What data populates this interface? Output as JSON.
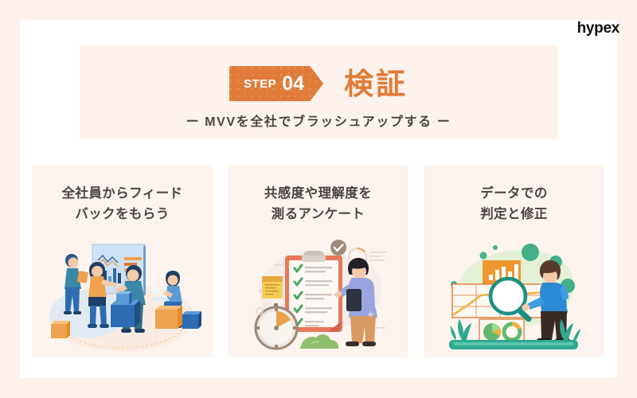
{
  "brand": {
    "logo_text": "hypex"
  },
  "header": {
    "step_word": "STEP",
    "step_number": "04",
    "headline": "検証",
    "subhead": "ー MVVを全社でブラッシュアップする ー",
    "accent_color": "#e07b39",
    "band_color": "#fdf2ec",
    "text_color": "#4a4542"
  },
  "cards": [
    {
      "title": "全社員からフィード\nバックをもらう",
      "illustration": "team-presentation-charts-illustration"
    },
    {
      "title": "共感度や理解度を\n測るアンケート",
      "illustration": "checklist-clipboard-stopwatch-illustration"
    },
    {
      "title": "データでの\n判定と修正",
      "illustration": "data-analysis-magnifier-charts-illustration"
    }
  ],
  "theme": {
    "page_background": "#fdf2ec",
    "panel_background": "#ffffff",
    "card_background": "#fdf4ef"
  }
}
